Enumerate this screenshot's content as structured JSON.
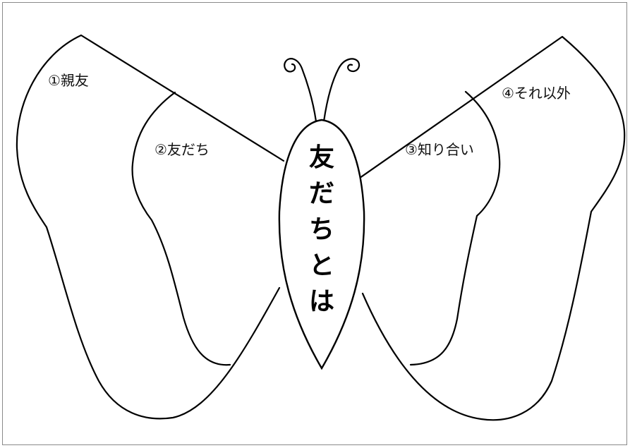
{
  "diagram": {
    "center_title": "友だちとは",
    "zones": {
      "best_friend": "①親友",
      "friend": "②友だち",
      "acquaintance": "③知り合い",
      "others": "④それ以外"
    }
  },
  "colors": {
    "stroke": "#000000",
    "background": "#ffffff",
    "frame": "#8a8a8a"
  }
}
